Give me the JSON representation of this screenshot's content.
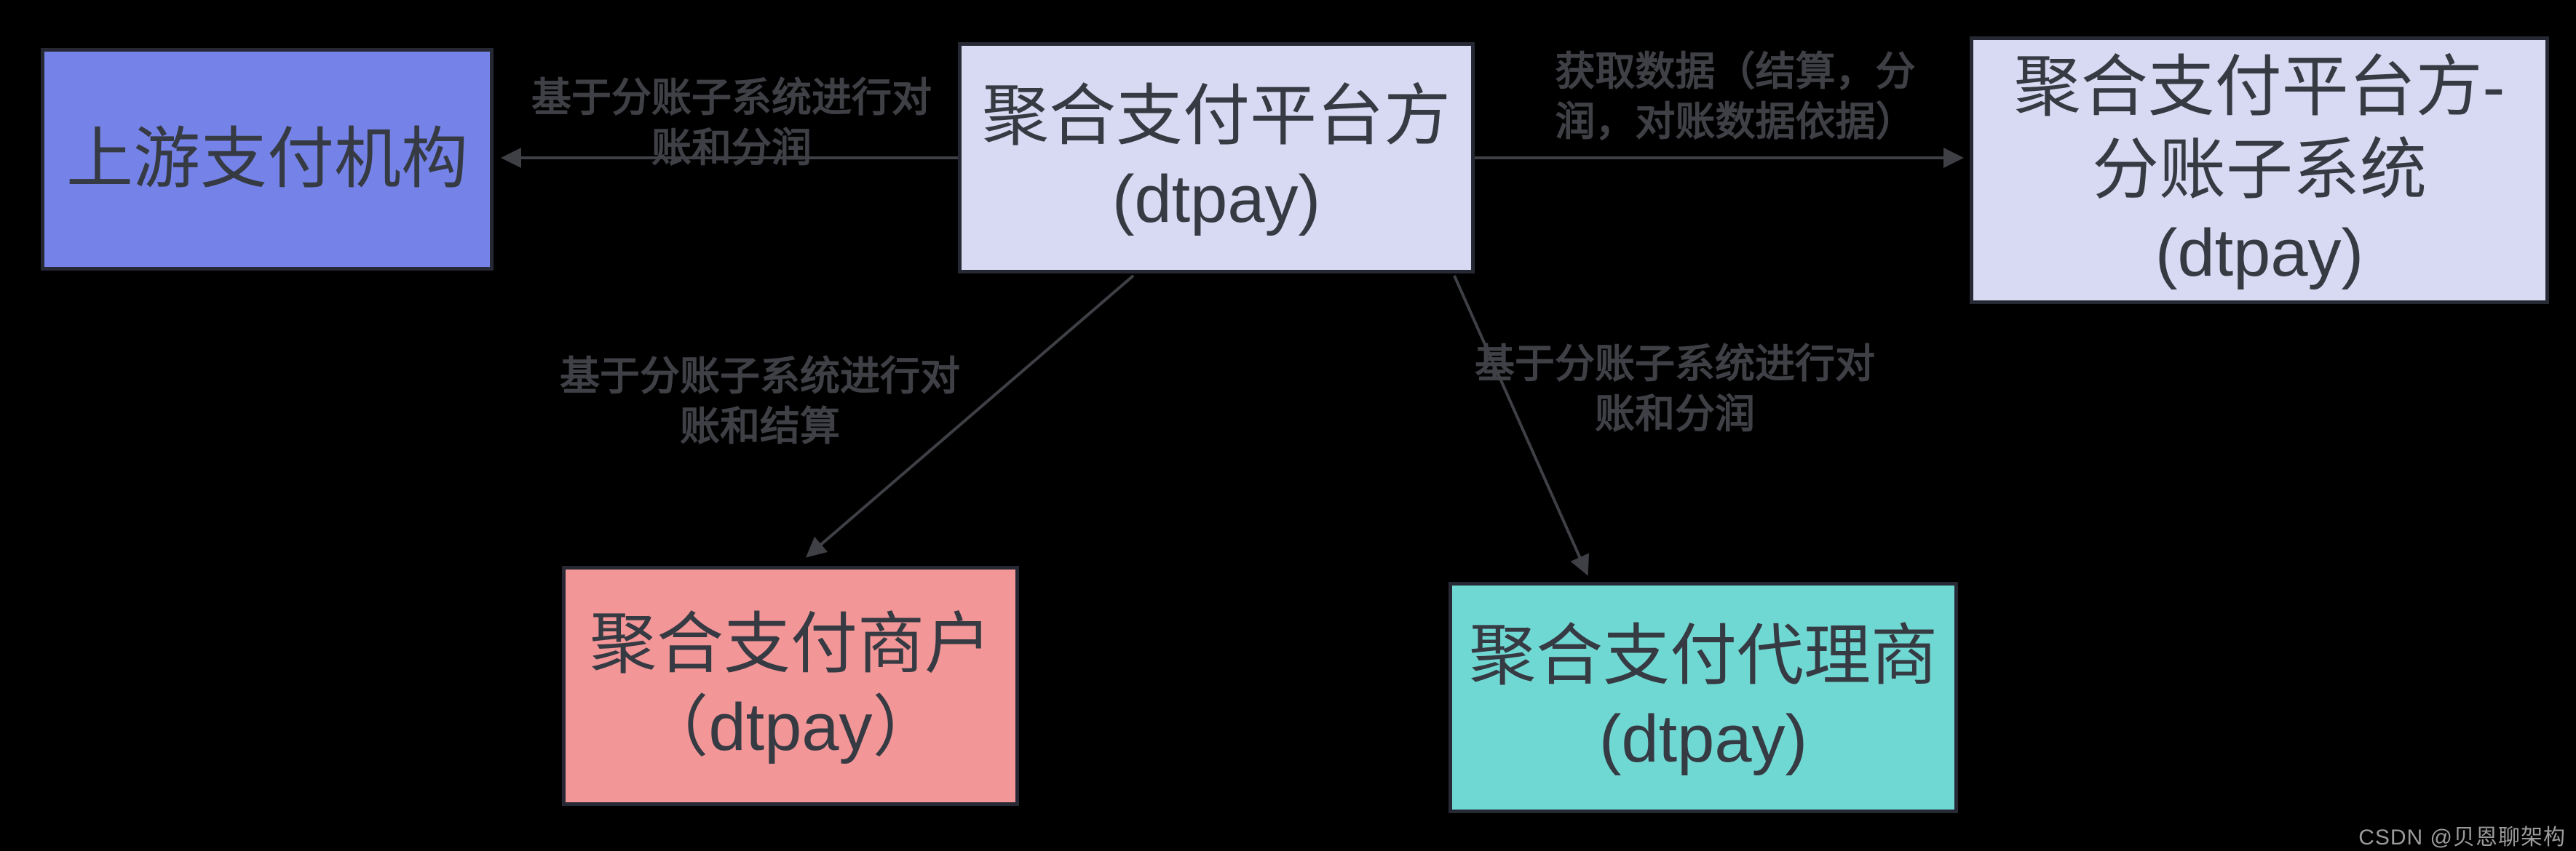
{
  "nodes": {
    "upstream": {
      "label": "上游支付机构",
      "fill": "#7583E8"
    },
    "platform": {
      "label": "聚合支付平台方\n(dtpay)",
      "fill": "#D8DAF3"
    },
    "subledger": {
      "label": "聚合支付平台方-\n分账子系统\n(dtpay)",
      "fill": "#D8DAF3"
    },
    "merchant": {
      "label": "聚合支付商户\n（dtpay）",
      "fill": "#F29697"
    },
    "agent": {
      "label": "聚合支付代理商\n(dtpay)",
      "fill": "#70D8D3"
    }
  },
  "edge_labels": {
    "platform_to_upstream": "基于分账子系统进行对\n账和分润",
    "platform_to_subledger": "获取数据（结算，分\n润，对账数据依据）",
    "platform_to_merchant": "基于分账子系统进行对\n账和结算",
    "platform_to_agent": "基于分账子系统进行对\n账和分润"
  },
  "watermark": "CSDN @贝恩聊架构",
  "colors": {
    "background": "#000000",
    "node_border": "#262833",
    "node_text": "#363A42",
    "edge_line": "#3E4046",
    "edge_label_text": "#3E4046",
    "upstream_fill": "#7583E8",
    "platform_fill": "#D8DAF3",
    "subledger_fill": "#D8DAF3",
    "merchant_fill": "#F29697",
    "agent_fill": "#70D8D3",
    "watermark_text": "#9B9B9B"
  }
}
